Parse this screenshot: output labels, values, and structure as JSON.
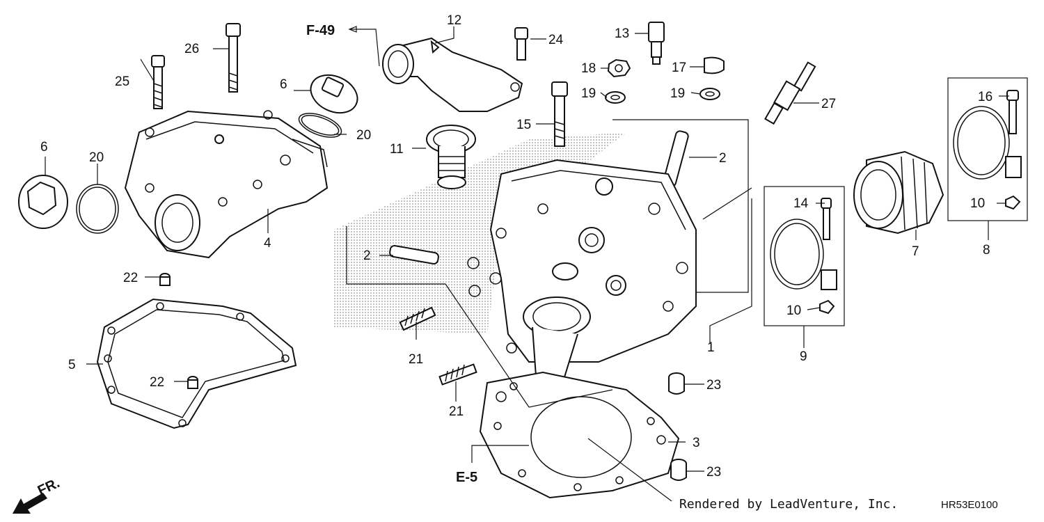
{
  "callouts": [
    "1",
    "2",
    "2",
    "3",
    "4",
    "5",
    "6",
    "6",
    "7",
    "8",
    "9",
    "10",
    "10",
    "11",
    "12",
    "13",
    "14",
    "15",
    "16",
    "17",
    "18",
    "19",
    "19",
    "20",
    "20",
    "21",
    "21",
    "22",
    "22",
    "23",
    "23",
    "24",
    "25",
    "26",
    "27"
  ],
  "refs": {
    "top_ref": "F-49",
    "bottom_ref": "E-5",
    "front": "FR."
  },
  "footer": {
    "credit": "Rendered by LeadVenture, Inc.",
    "diagram_code": "HR53E0100"
  },
  "colors": {
    "ink": "#111111",
    "background": "#ffffff"
  }
}
